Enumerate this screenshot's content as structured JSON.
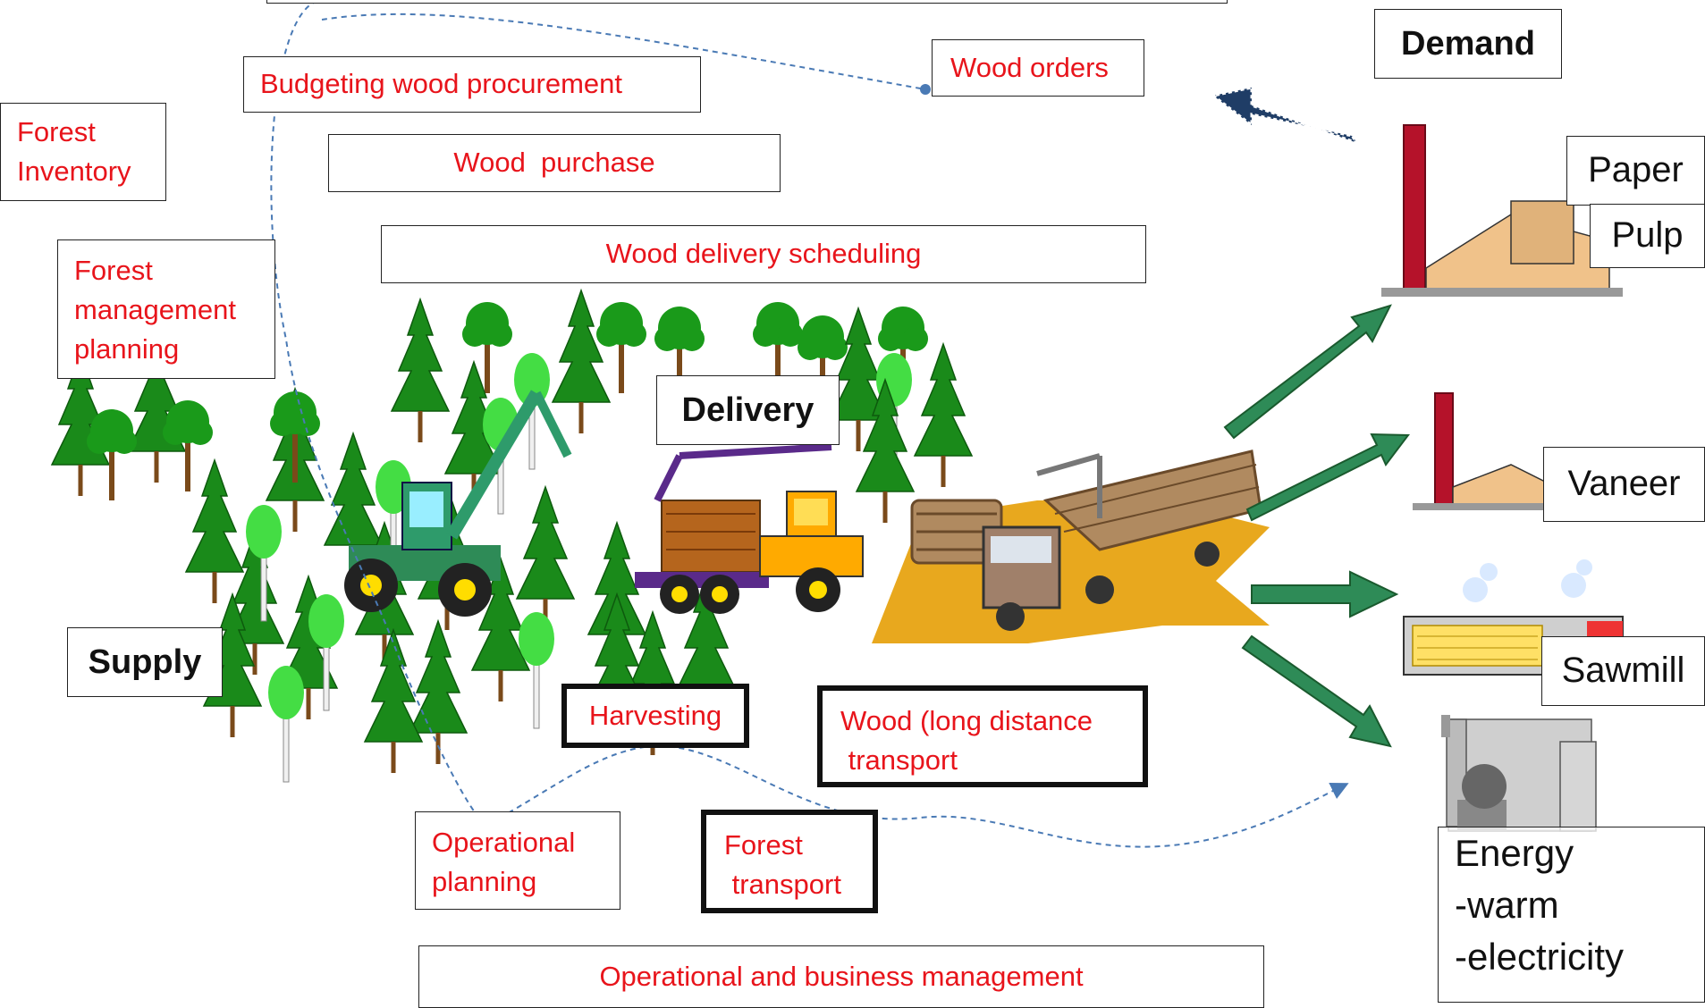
{
  "labels": {
    "budgeting": "Budgeting wood procurement",
    "wood_orders": "Wood orders",
    "demand": "Demand",
    "forest_inventory": [
      "Forest",
      "Inventory"
    ],
    "wood_purchase": "Wood  purchase",
    "delivery_scheduling": "Wood delivery scheduling",
    "forest_mgmt": [
      "Forest",
      "management",
      "planning"
    ],
    "delivery": "Delivery",
    "supply": "Supply",
    "harvesting": "Harvesting",
    "long_distance": [
      "Wood (long distance",
      " transport"
    ],
    "operational_planning": [
      "Operational",
      "planning"
    ],
    "forest_transport": [
      "Forest",
      " transport"
    ],
    "business_mgmt": "Operational and business management",
    "paper": "Paper",
    "pulp": "Pulp",
    "vaneer": "Vaneer",
    "sawmill": "Sawmill",
    "energy": [
      "Energy",
      "-warm",
      "-electricity"
    ]
  },
  "colors": {
    "label_red": "#e8141b",
    "arrow_green": "#2e8b57",
    "demand_arrow": "#1f3d66",
    "dashed_line": "#4a7ab5",
    "tree_green": "#1a8a1a",
    "chimney": "#b5122a"
  }
}
